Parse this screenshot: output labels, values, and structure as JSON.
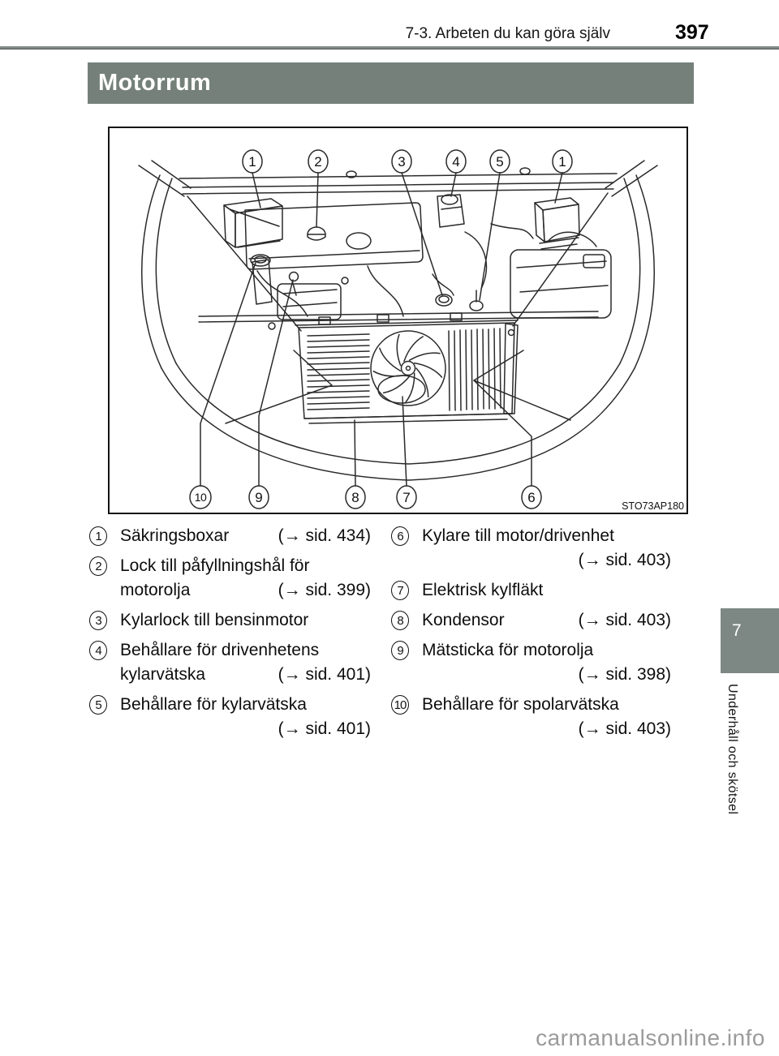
{
  "page": {
    "header": {
      "section": "7-3. Arbeten du kan göra själv",
      "page_number": "397"
    },
    "title": "Motorrum",
    "sidebar": {
      "chapter_number": "7",
      "chapter_label": "Underhåll och skötsel"
    },
    "watermark": "carmanualsonline.info"
  },
  "figure": {
    "image_code": "STO73AP180",
    "callouts_top": [
      "1",
      "2",
      "3",
      "4",
      "5",
      "1"
    ],
    "callouts_bottom": [
      "10",
      "9",
      "8",
      "7",
      "6"
    ]
  },
  "legend": {
    "left": [
      {
        "num": "1",
        "lines": [
          {
            "text": "Säkringsboxar",
            "ref": "(→ sid. 434)"
          }
        ]
      },
      {
        "num": "2",
        "lines": [
          {
            "text": "Lock till påfyllningshål för"
          },
          {
            "text": "motorolja",
            "ref": "(→ sid. 399)"
          }
        ]
      },
      {
        "num": "3",
        "lines": [
          {
            "text": "Kylarlock till bensinmotor"
          }
        ]
      },
      {
        "num": "4",
        "lines": [
          {
            "text": "Behållare för drivenhetens"
          },
          {
            "text": "kylarvätska",
            "ref": "(→ sid. 401)"
          }
        ]
      },
      {
        "num": "5",
        "lines": [
          {
            "text": "Behållare för kylarvätska"
          },
          {
            "text": "",
            "ref": "(→ sid. 401)"
          }
        ]
      }
    ],
    "right": [
      {
        "num": "6",
        "lines": [
          {
            "text": "Kylare till motor/drivenhet"
          },
          {
            "text": "",
            "ref": "(→ sid. 403)"
          }
        ]
      },
      {
        "num": "7",
        "lines": [
          {
            "text": "Elektrisk kylfläkt"
          }
        ]
      },
      {
        "num": "8",
        "lines": [
          {
            "text": "Kondensor",
            "ref": "(→ sid. 403)"
          }
        ]
      },
      {
        "num": "9",
        "lines": [
          {
            "text": "Mätsticka för motorolja"
          },
          {
            "text": "",
            "ref": "(→ sid. 398)"
          }
        ]
      },
      {
        "num": "10",
        "lines": [
          {
            "text": "Behållare för spolarvätska"
          },
          {
            "text": "",
            "ref": "(→ sid. 403)"
          }
        ]
      }
    ]
  },
  "colors": {
    "title_bar": "#75807a",
    "chapter_tab": "#7d8885",
    "header_rule": "#828a87",
    "diagram_fill": "#c8cdd0",
    "watermark": "#9b9b9b"
  }
}
